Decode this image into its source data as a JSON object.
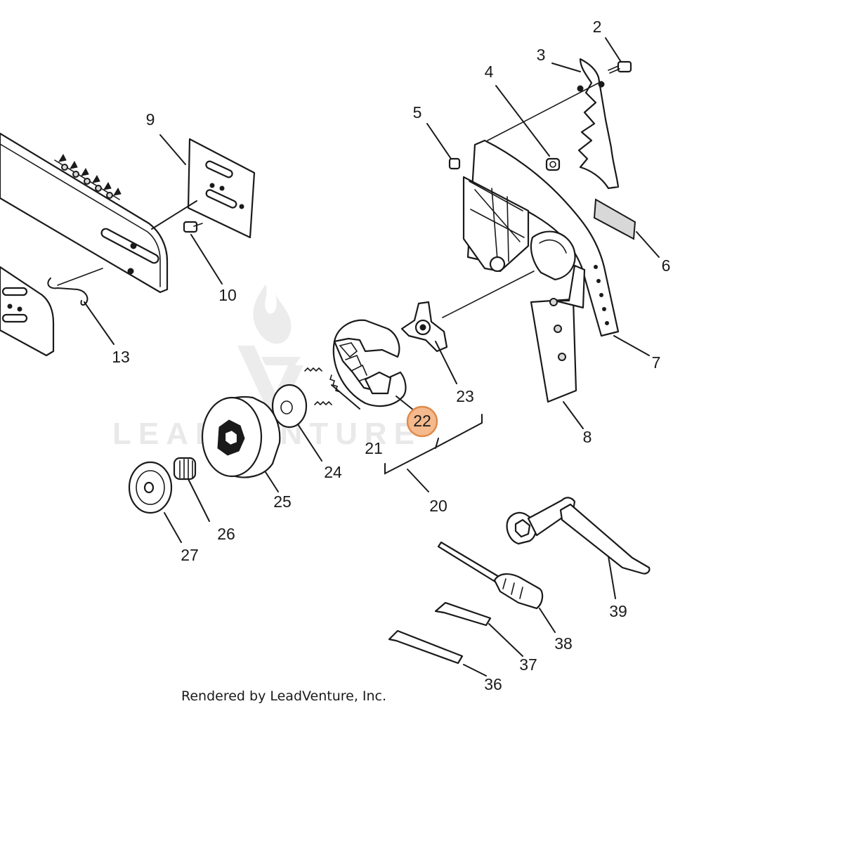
{
  "diagram": {
    "caption": "Rendered by LeadVenture, Inc.",
    "watermark": "LEADVENTURE",
    "highlight_color": "#f4b98c",
    "callouts": [
      {
        "id": "2",
        "label": "2"
      },
      {
        "id": "3",
        "label": "3"
      },
      {
        "id": "4",
        "label": "4"
      },
      {
        "id": "5",
        "label": "5"
      },
      {
        "id": "6",
        "label": "6"
      },
      {
        "id": "7",
        "label": "7"
      },
      {
        "id": "8",
        "label": "8"
      },
      {
        "id": "9",
        "label": "9"
      },
      {
        "id": "10",
        "label": "10"
      },
      {
        "id": "13",
        "label": "13"
      },
      {
        "id": "20",
        "label": "20"
      },
      {
        "id": "21",
        "label": "21"
      },
      {
        "id": "22",
        "label": "22",
        "highlighted": true
      },
      {
        "id": "23",
        "label": "23"
      },
      {
        "id": "24",
        "label": "24"
      },
      {
        "id": "25",
        "label": "25"
      },
      {
        "id": "26",
        "label": "26"
      },
      {
        "id": "27",
        "label": "27"
      },
      {
        "id": "36",
        "label": "36"
      },
      {
        "id": "37",
        "label": "37"
      },
      {
        "id": "38",
        "label": "38"
      },
      {
        "id": "39",
        "label": "39"
      }
    ]
  }
}
